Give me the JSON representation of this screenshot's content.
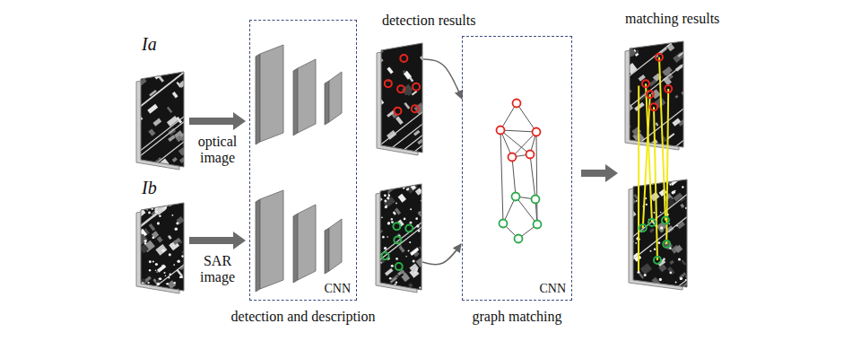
{
  "diagram": {
    "nodes": [
      {
        "text": [
          "Ia"
        ]
      },
      {
        "text": [
          "Ib"
        ]
      },
      {
        "text": [
          "CNN",
          "detection and description"
        ]
      },
      {
        "text": [
          "detection results"
        ]
      },
      {
        "text": [
          "CNN",
          "graph matching"
        ]
      },
      {
        "text": [
          "matching results"
        ]
      }
    ],
    "edges": [
      {
        "from": 0,
        "to": 2,
        "arrow": "to",
        "label": "optical image"
      },
      {
        "from": 1,
        "to": 2,
        "arrow": "to",
        "label": "SAR image"
      },
      {
        "from": 3,
        "to": 4,
        "arrow": "to"
      },
      {
        "from": 4,
        "to": 5,
        "arrow": "to"
      }
    ]
  }
}
